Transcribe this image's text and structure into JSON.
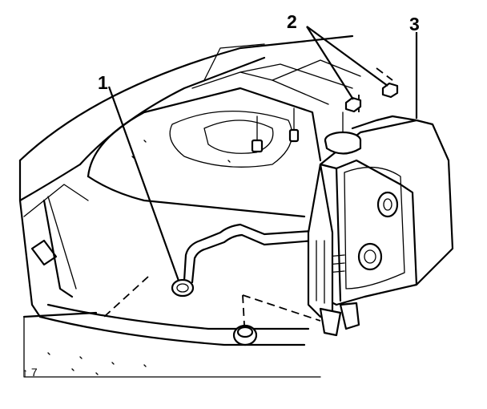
{
  "figure": {
    "callouts": [
      {
        "id": "1",
        "label": "1"
      },
      {
        "id": "2",
        "label": "2"
      },
      {
        "id": "3",
        "label": "3"
      }
    ],
    "figure_code": "↑ 7"
  }
}
